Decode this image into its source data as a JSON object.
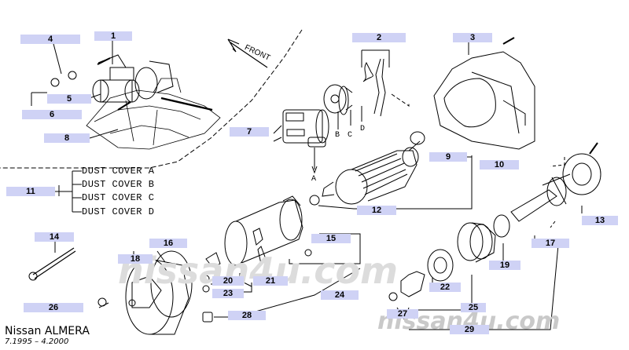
{
  "front_label": "FRONT",
  "dust_cover": {
    "lines": [
      "DUST COVER A",
      "DUST COVER B",
      "DUST COVER C",
      "DUST COVER D"
    ],
    "letters": [
      "A",
      "B",
      "C",
      "D"
    ]
  },
  "part_numbers": [
    "1",
    "2",
    "3",
    "4",
    "5",
    "6",
    "7",
    "8",
    "9",
    "10",
    "11",
    "12",
    "13",
    "14",
    "15",
    "16",
    "17",
    "18",
    "19",
    "20",
    "21",
    "22",
    "23",
    "24",
    "25",
    "26",
    "27",
    "28",
    "29"
  ],
  "brand": {
    "title": "Nissan ALMERA",
    "period": "7.1995 – 4.2000"
  },
  "watermark": "nissan4u.com",
  "colors": {
    "callout_bg": "#cfd2f5",
    "line": "#000000",
    "watermark": "#dcdcdc"
  }
}
